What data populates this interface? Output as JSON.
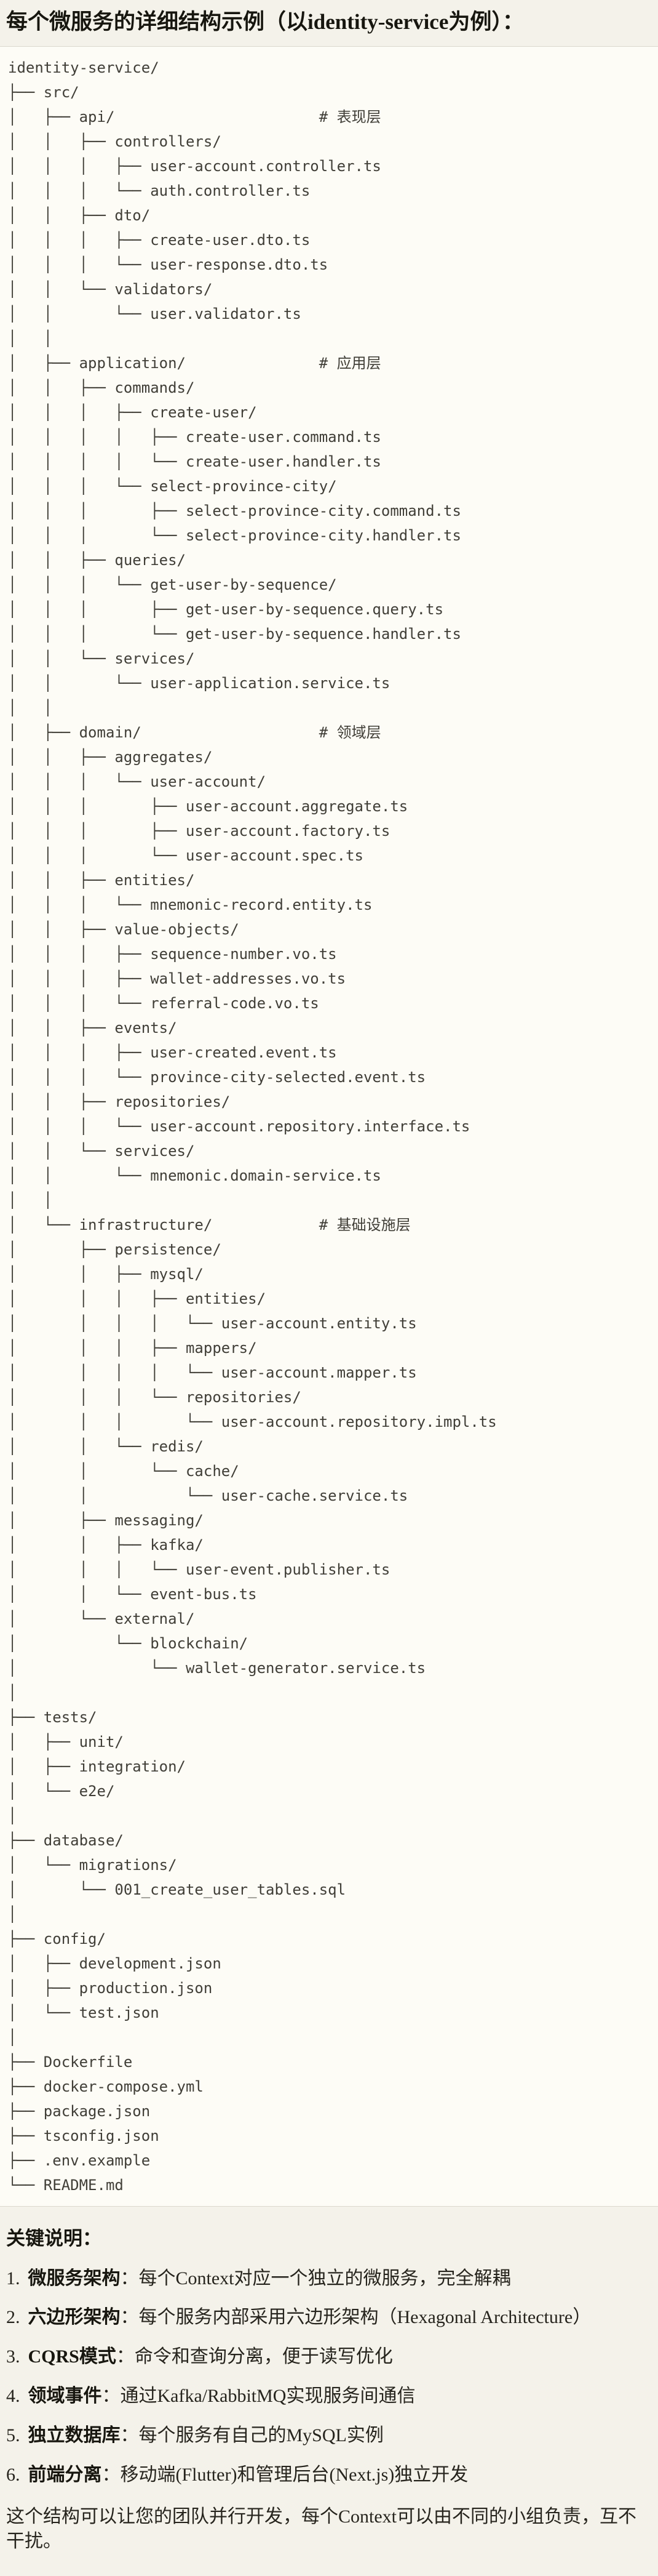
{
  "title": "每个微服务的详细结构示例（以identity-service为例）：",
  "colors": {
    "page_bg": "#f4f2ea",
    "code_bg": "#fdfcf6",
    "code_border": "#dcd9cf",
    "code_text": "#403e37",
    "heading_text": "#17160f",
    "body_text": "#26241d"
  },
  "tree": {
    "lines": [
      "identity-service/",
      "├── src/",
      "│   ├── api/                       # 表现层",
      "│   │   ├── controllers/",
      "│   │   │   ├── user-account.controller.ts",
      "│   │   │   └── auth.controller.ts",
      "│   │   ├── dto/",
      "│   │   │   ├── create-user.dto.ts",
      "│   │   │   └── user-response.dto.ts",
      "│   │   └── validators/",
      "│   │       └── user.validator.ts",
      "│   │",
      "│   ├── application/               # 应用层",
      "│   │   ├── commands/",
      "│   │   │   ├── create-user/",
      "│   │   │   │   ├── create-user.command.ts",
      "│   │   │   │   └── create-user.handler.ts",
      "│   │   │   └── select-province-city/",
      "│   │   │       ├── select-province-city.command.ts",
      "│   │   │       └── select-province-city.handler.ts",
      "│   │   ├── queries/",
      "│   │   │   └── get-user-by-sequence/",
      "│   │   │       ├── get-user-by-sequence.query.ts",
      "│   │   │       └── get-user-by-sequence.handler.ts",
      "│   │   └── services/",
      "│   │       └── user-application.service.ts",
      "│   │",
      "│   ├── domain/                    # 领域层",
      "│   │   ├── aggregates/",
      "│   │   │   └── user-account/",
      "│   │   │       ├── user-account.aggregate.ts",
      "│   │   │       ├── user-account.factory.ts",
      "│   │   │       └── user-account.spec.ts",
      "│   │   ├── entities/",
      "│   │   │   └── mnemonic-record.entity.ts",
      "│   │   ├── value-objects/",
      "│   │   │   ├── sequence-number.vo.ts",
      "│   │   │   ├── wallet-addresses.vo.ts",
      "│   │   │   └── referral-code.vo.ts",
      "│   │   ├── events/",
      "│   │   │   ├── user-created.event.ts",
      "│   │   │   └── province-city-selected.event.ts",
      "│   │   ├── repositories/",
      "│   │   │   └── user-account.repository.interface.ts",
      "│   │   └── services/",
      "│   │       └── mnemonic.domain-service.ts",
      "│   │",
      "│   └── infrastructure/            # 基础设施层",
      "│       ├── persistence/",
      "│       │   ├── mysql/",
      "│       │   │   ├── entities/",
      "│       │   │   │   └── user-account.entity.ts",
      "│       │   │   ├── mappers/",
      "│       │   │   │   └── user-account.mapper.ts",
      "│       │   │   └── repositories/",
      "│       │   │       └── user-account.repository.impl.ts",
      "│       │   └── redis/",
      "│       │       └── cache/",
      "│       │           └── user-cache.service.ts",
      "│       ├── messaging/",
      "│       │   ├── kafka/",
      "│       │   │   └── user-event.publisher.ts",
      "│       │   └── event-bus.ts",
      "│       └── external/",
      "│           └── blockchain/",
      "│               └── wallet-generator.service.ts",
      "│",
      "├── tests/",
      "│   ├── unit/",
      "│   ├── integration/",
      "│   └── e2e/",
      "│",
      "├── database/",
      "│   └── migrations/",
      "│       └── 001_create_user_tables.sql",
      "│",
      "├── config/",
      "│   ├── development.json",
      "│   ├── production.json",
      "│   └── test.json",
      "│",
      "├── Dockerfile",
      "├── docker-compose.yml",
      "├── package.json",
      "├── tsconfig.json",
      "├── .env.example",
      "└── README.md"
    ]
  },
  "notes": {
    "heading": "关键说明：",
    "items": [
      {
        "num": "1.",
        "label": "微服务架构",
        "desc": "：每个Context对应一个独立的微服务，完全解耦"
      },
      {
        "num": "2.",
        "label": "六边形架构",
        "desc": "：每个服务内部采用六边形架构（Hexagonal Architecture）"
      },
      {
        "num": "3.",
        "label": "CQRS模式",
        "desc": "：命令和查询分离，便于读写优化"
      },
      {
        "num": "4.",
        "label": "领域事件",
        "desc": "：通过Kafka/RabbitMQ实现服务间通信"
      },
      {
        "num": "5.",
        "label": "独立数据库",
        "desc": "：每个服务有自己的MySQL实例"
      },
      {
        "num": "6.",
        "label": "前端分离",
        "desc": "：移动端(Flutter)和管理后台(Next.js)独立开发"
      }
    ],
    "footer": "这个结构可以让您的团队并行开发，每个Context可以由不同的小组负责，互不干扰。"
  }
}
